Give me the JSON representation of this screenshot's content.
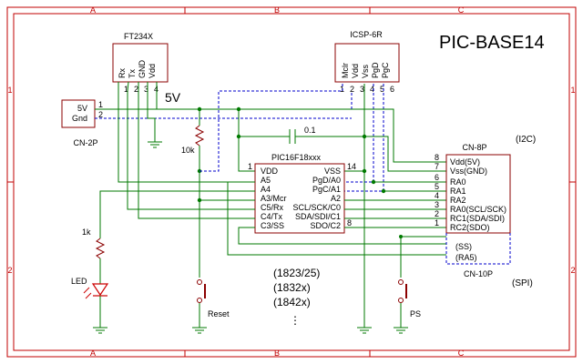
{
  "title": "PIC-BASE14",
  "frame": {
    "columns": [
      "A",
      "B",
      "C"
    ],
    "rows": [
      "1",
      "2"
    ]
  },
  "colors": {
    "frame": "#c00000",
    "wire": "#007a00",
    "dashed_wire": "#0000cc",
    "part_outline": "#8b0000"
  },
  "ft234x": {
    "name": "FT234X",
    "pins": [
      "Rx",
      "Tx",
      "GND",
      "Vdd"
    ],
    "pin_numbers": [
      "1",
      "2",
      "3",
      "4"
    ]
  },
  "icsp": {
    "name": "ICSP-6R",
    "pins": [
      "Mclr",
      "Vdd",
      "Vss",
      "PgD",
      "PgC"
    ],
    "pin_numbers": [
      "1",
      "2",
      "3",
      "4",
      "5",
      "6"
    ]
  },
  "power": {
    "label": "5V",
    "conn_pins": [
      "5V",
      "Gnd"
    ],
    "pin_numbers": [
      "1",
      "2"
    ],
    "name": "CN-2P"
  },
  "capacitor": {
    "value": "0.1"
  },
  "resistors": {
    "pullup": "10k",
    "led": "1k"
  },
  "mcu": {
    "name": "PIC16F18xxx",
    "left_pins": [
      "VDD",
      "A5",
      "A4",
      "A3/Mcr",
      "C5/Rx",
      "C4/Tx",
      "C3/SS"
    ],
    "right_pins": [
      "VSS",
      "PgD/A0",
      "PgC/A1",
      "A2",
      "SCL/SCK/C0",
      "SDA/SDI/C1",
      "SDO/C2"
    ],
    "pin1": "1",
    "pin14": "14",
    "pin8": "8"
  },
  "cn8p": {
    "name": "CN-8P",
    "bus": "(I2C)",
    "pins": [
      "Vdd(5V)",
      "Vss(GND)",
      "RA0",
      "RA1",
      "RA2",
      "RA0(SCL/SCK)",
      "RC1(SDA/SDI)",
      "RC2(SDO)"
    ],
    "pin_numbers": [
      "8",
      "7",
      "6",
      "5",
      "4",
      "3",
      "2",
      "1"
    ],
    "extra_pins": [
      "(SS)",
      "(RA5)"
    ]
  },
  "cn10p": {
    "name": "CN-10P",
    "bus": "(SPI)"
  },
  "led": "LED",
  "switches": {
    "reset": "Reset",
    "ps": "PS"
  },
  "variants": [
    "(1823/25)",
    "(1832x)",
    "(1842x)",
    "⋮"
  ]
}
